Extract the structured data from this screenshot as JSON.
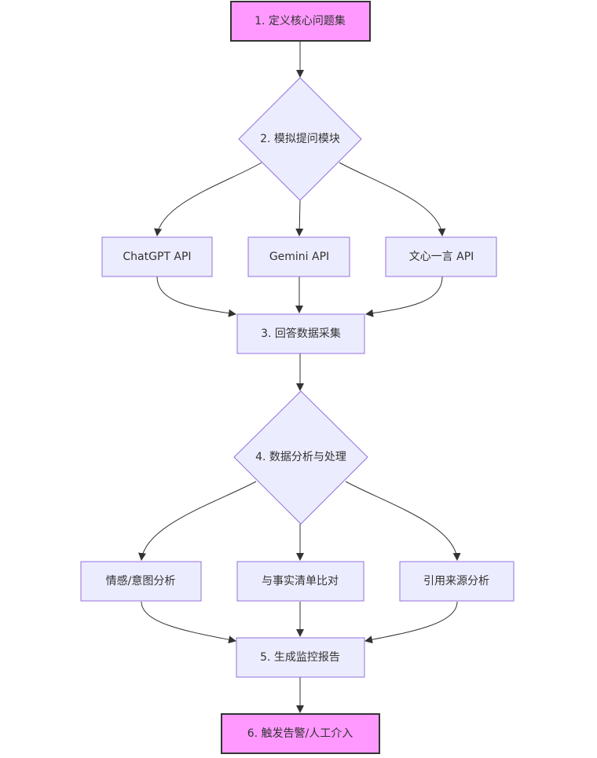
{
  "colors": {
    "highlight_fill": "#ff99ff",
    "highlight_stroke": "#333333",
    "node_fill": "#ececff",
    "node_stroke": "#9370db",
    "edge": "#333333",
    "text": "#333333"
  },
  "nodes": {
    "define": "1. 定义核心问题集",
    "simulate": "2. 模拟提问模块",
    "chatgpt": "ChatGPT API",
    "gemini": "Gemini API",
    "wenxin": "文心一言 API",
    "collect": "3. 回答数据采集",
    "analyze": "4. 数据分析与处理",
    "sentiment": "情感/意图分析",
    "factcheck": "与事实清单比对",
    "citation": "引用来源分析",
    "report": "5. 生成监控报告",
    "alert": "6. 触发告警/人工介入"
  }
}
